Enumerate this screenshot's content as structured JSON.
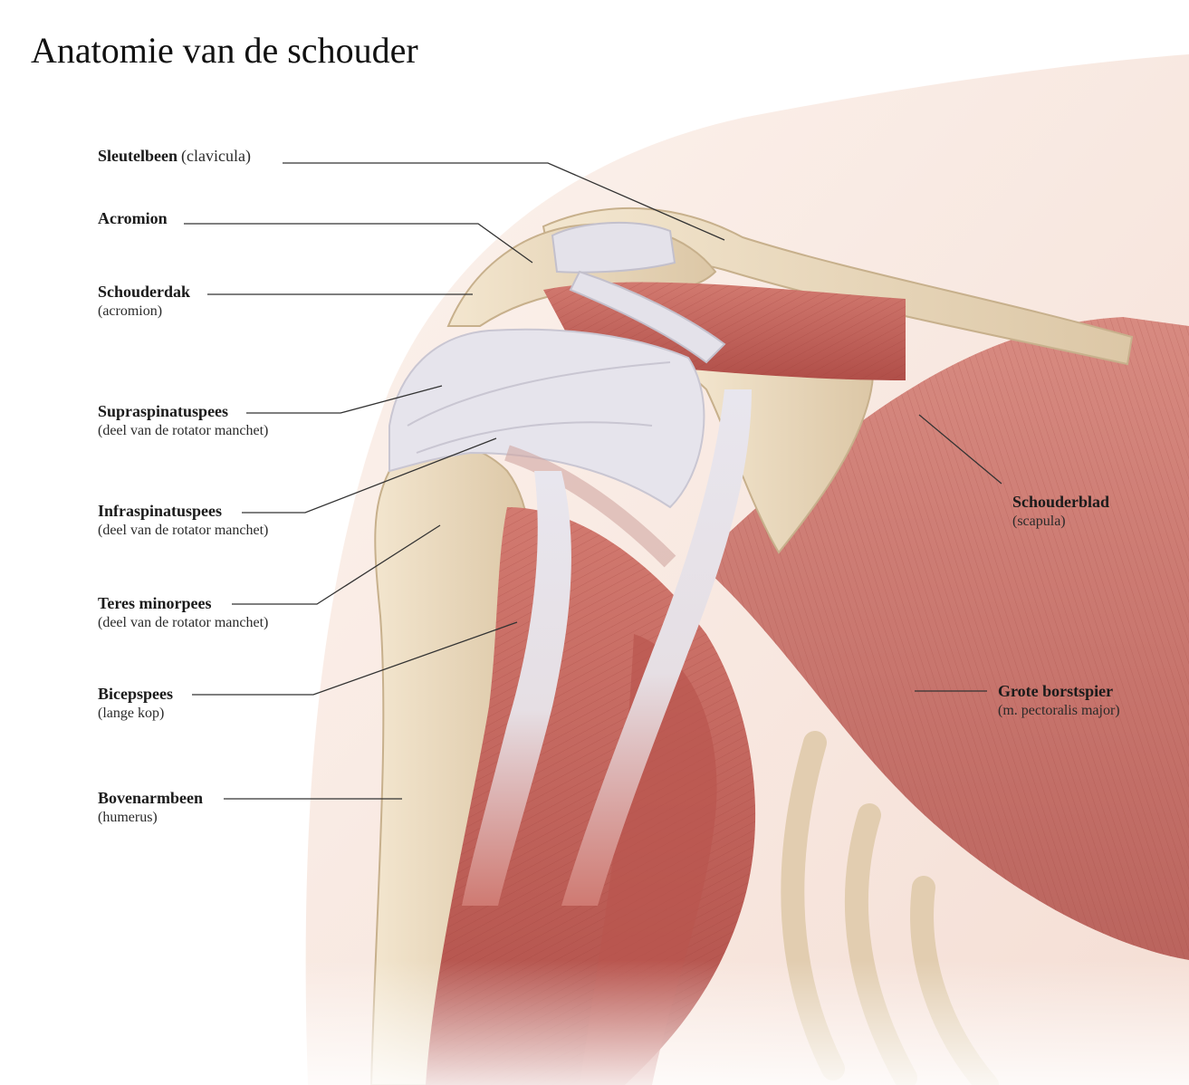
{
  "title": "Anatomie van de schouder",
  "colors": {
    "skin": "#f7e6dc",
    "bone": "#ead9bd",
    "tendon": "#e4e2ea",
    "muscle": "#c7675f",
    "muscle_dark": "#a94641",
    "leader": "#333333"
  },
  "labels": [
    {
      "id": "sleutelbeen",
      "name": "Sleutelbeen",
      "sub": "(clavicula)"
    },
    {
      "id": "acromion",
      "name": "Acromion",
      "sub": ""
    },
    {
      "id": "schouderdak",
      "name": "Schouderdak",
      "sub": "(acromion)"
    },
    {
      "id": "supraspinatuspees",
      "name": "Supraspinatuspees",
      "sub": "(deel van de rotator manchet)"
    },
    {
      "id": "infraspinatuspees",
      "name": "Infraspinatuspees",
      "sub": "(deel van de rotator manchet)"
    },
    {
      "id": "teres-minorpees",
      "name": "Teres minorpees",
      "sub": "(deel van de rotator manchet)"
    },
    {
      "id": "bicepspees",
      "name": "Bicepspees",
      "sub": "(lange kop)"
    },
    {
      "id": "bovenarmbeen",
      "name": "Bovenarmbeen",
      "sub": "(humerus)"
    },
    {
      "id": "schouderblad",
      "name": "Schouderblad",
      "sub": "(scapula)"
    },
    {
      "id": "grote-borstspier",
      "name": "Grote borstspier",
      "sub": "(m. pectoralis major)"
    }
  ]
}
